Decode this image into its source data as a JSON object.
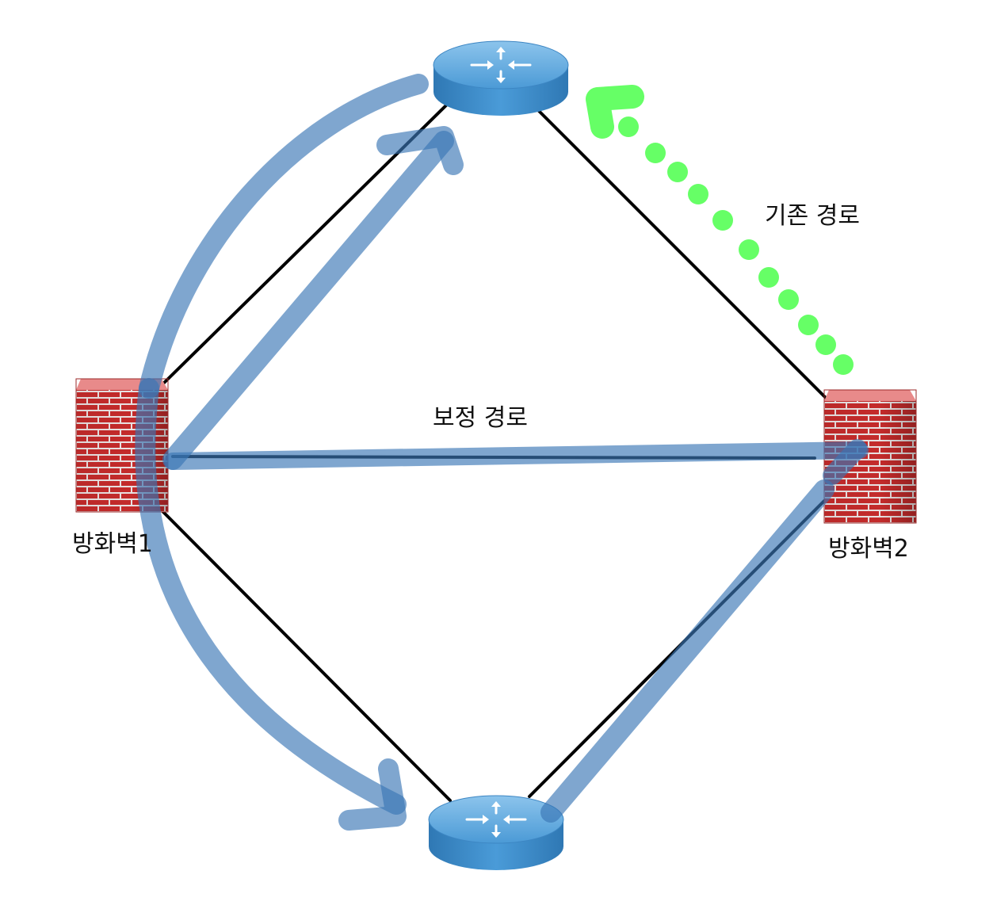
{
  "nodes": {
    "router_top": {
      "kind": "router-icon"
    },
    "router_bottom": {
      "kind": "router-icon"
    },
    "firewall1": {
      "kind": "firewall-icon",
      "label": "방화벽1"
    },
    "firewall2": {
      "kind": "firewall-icon",
      "label": "방화벽2"
    }
  },
  "paths": {
    "existing": {
      "label": "기존 경로",
      "color": "#66ff66",
      "style": "dotted"
    },
    "corrected": {
      "label": "보정 경로",
      "color": "#5b8fc4",
      "style": "thick-arrows"
    }
  },
  "colors": {
    "link": "#000000",
    "router": "#3f8fce",
    "firewall": "#d83a3a"
  }
}
